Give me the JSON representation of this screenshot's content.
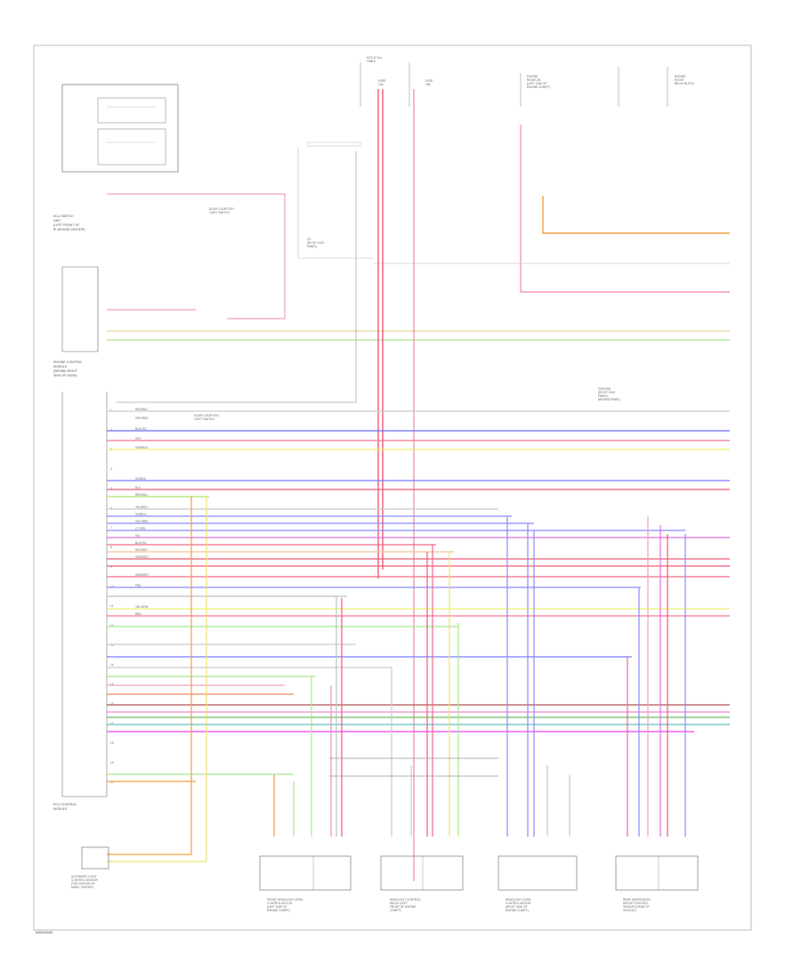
{
  "footer_code": "W0000000",
  "components": {
    "ecu_a": [
      "ECU SWITCH",
      "UNIT",
      "(LEFT FRONT OF",
      "IP, BEHIND CENTER)"
    ],
    "ecu_b": [
      "ENGINE CONTROL",
      "MODULE",
      "(BEHIND RIGHT",
      "SIDE OF DASH)"
    ],
    "ecu_c": [
      "ECU CONTROL",
      "MODULE"
    ],
    "sensor_c": [
      "AUTOMATIC LIGHT",
      "CONTROL SENSOR",
      "(TOP CENTER OF",
      "DASH, CENTER)"
    ],
    "conn_top": [
      "HOT AT ALL",
      "TIMES"
    ],
    "fuse_a": [
      "FUSE",
      "10A"
    ],
    "fuse_b": [
      "FUSE",
      "15A"
    ],
    "junction_note": [
      "ENGINE",
      "ROOM J/B",
      "(LEFT SIDE OF",
      "ENGINE COMPT)"
    ],
    "relay_note": [
      "ENGINE",
      "ROOM",
      "RELAY BLOCK"
    ],
    "ground_label": [
      "G1",
      "(RIGHT KICK",
      "PANEL)"
    ],
    "sw_note": [
      "DOOR COURTESY",
      "LIGHT SWITCH"
    ],
    "mid_note": [
      "DOOR COURTESY",
      "LIGHT SWITCH"
    ],
    "right_note": [
      "GROUND",
      "(RIGHT KICK",
      "PANEL)",
      "(BEHIND PANEL)"
    ],
    "mod1": [
      "FRONT HEADLIGHT LEVEL",
      "CONTROL MOTOR",
      "(LEFT SIDE OF",
      "ENGINE COMPT)"
    ],
    "mod2": [
      "HEADLIGHT CONTROL",
      "RELAY (LEFT",
      "FRONT OF ENGINE",
      "COMPT)"
    ],
    "mod3": [
      "HEADLIGHT LEVEL",
      "CONTROL MOTOR",
      "(RIGHT SIDE OF",
      "ENGINE COMPT)"
    ],
    "mod4": [
      "REAR SUSPENSION",
      "HEIGHT CONTROL",
      "SENSOR (REAR OF",
      "VEHICLE)"
    ]
  },
  "wire_labels": {
    "w1": "RED/BLU",
    "w2": "GRY/RED",
    "w3": "BLK/YEL",
    "w4": "GRY",
    "w5": "GRN/BLU",
    "w6": "VIO/BLK",
    "w7": "BLU",
    "w8": "RED/BLU",
    "w9": "YEL/RED",
    "w10": "VIO/BLU",
    "w11": "GRY/RED",
    "w12": "LT GRN",
    "w13": "YEL",
    "w14": "BLU/YEL",
    "w15": "RED/BLK",
    "w16": "GRN/RED",
    "w17": "GRN/WHT",
    "w18": "PNK",
    "w19": "YEL/GRN",
    "w20": "BRN"
  },
  "pin_numbers": [
    "1",
    "2",
    "3",
    "4",
    "5",
    "6",
    "7",
    "8",
    "9",
    "10",
    "11",
    "12",
    "13",
    "14",
    "15",
    "16",
    "17",
    "18",
    "19",
    "20"
  ]
}
